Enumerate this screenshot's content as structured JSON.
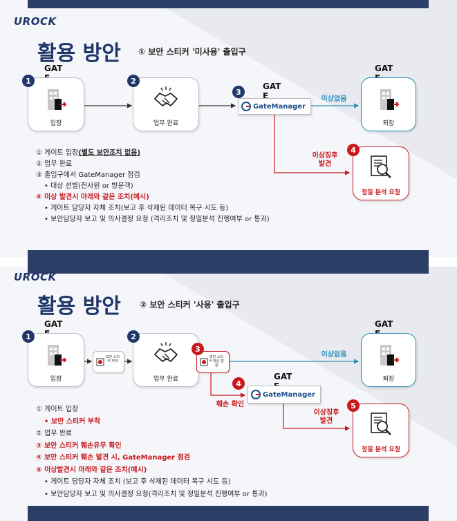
{
  "logo": "UROCK",
  "slides": [
    {
      "title": "활용 방안",
      "subtitle": "① 보안 스티커 '미사용' 출입구",
      "steps": [
        {
          "num": "1",
          "gat": "GAT E",
          "label": "입장"
        },
        {
          "num": "2",
          "label": "업무 완료"
        },
        {
          "num": "3",
          "gat": "GAT E",
          "label": "GateManager"
        },
        {
          "gat": "GAT E",
          "label": "퇴장"
        },
        {
          "num": "4",
          "label": "정밀 분석 요청"
        }
      ],
      "flow_normal": "이상없음",
      "flow_abnormal": "이상징후\n발견",
      "notes": [
        {
          "prefix": "① 게이트 입장",
          "emph": "(별도 보안조치 없음)"
        },
        {
          "text": "② 업무 완료"
        },
        {
          "text": "③ 출입구에서 GateManager 점검"
        },
        {
          "text": "• 대상 선별(전사원 or 방문객)"
        },
        {
          "text": "④ 이상 발견시 아래와 같은 조치(예시)"
        },
        {
          "text": "• 게이트 담당자 자체 조치(보고 후 삭제된 데이터 복구 시도 등)"
        },
        {
          "text": "• 보안담당자 보고 및 의사결정 요청 (격리조치 및 정밀분석 진행여부 or 통과)"
        }
      ]
    },
    {
      "title": "활용 방안",
      "subtitle": "② 보안 스티커 '사용' 출입구",
      "steps": [
        {
          "num": "1",
          "gat": "GAT E",
          "label": "입장"
        },
        {
          "label": "보안 스티커 부착"
        },
        {
          "num": "2",
          "label": "업무 완료"
        },
        {
          "num": "3",
          "label": "보안 스티커 훼손 점검"
        },
        {
          "num": "4",
          "gat": "GAT E",
          "label": "GateManager"
        },
        {
          "gat": "GAT E",
          "label": "퇴장"
        },
        {
          "num": "5",
          "label": "정밀 분석 요청"
        }
      ],
      "flow_normal": "이상없음",
      "flow_damage": "훼손 확인",
      "flow_abnormal": "이상징후\n발견",
      "notes": [
        {
          "text": "① 게이트 입장"
        },
        {
          "text": "• 보안 스티커 부착"
        },
        {
          "text": "② 업무 완료"
        },
        {
          "text": "③ 보안 스티커 훼손유무 확인"
        },
        {
          "text": "④ 보안 스티커 훼손 발견 시, GateManager 점검"
        },
        {
          "text": "⑤ 이상발견시 아래와 같은 조치(예시)"
        },
        {
          "text": "• 게이트 담당자 자체 조치 (보고 후 삭제된 데이터 복구 시도 등)"
        },
        {
          "text": "• 보안담당자 보고 및 의사결정 요청(격리조치 및 정밀분석 진행여부 or 통과)"
        }
      ]
    }
  ],
  "colors": {
    "navy": "#1f3668",
    "red": "#c8191e",
    "blue": "#2b8fb8",
    "bar": "#2c3e66"
  },
  "icons": [
    "door-exit-icon",
    "handshake-icon",
    "gatemanager-logo-icon",
    "magnifier-document-icon",
    "sticker-icon"
  ]
}
